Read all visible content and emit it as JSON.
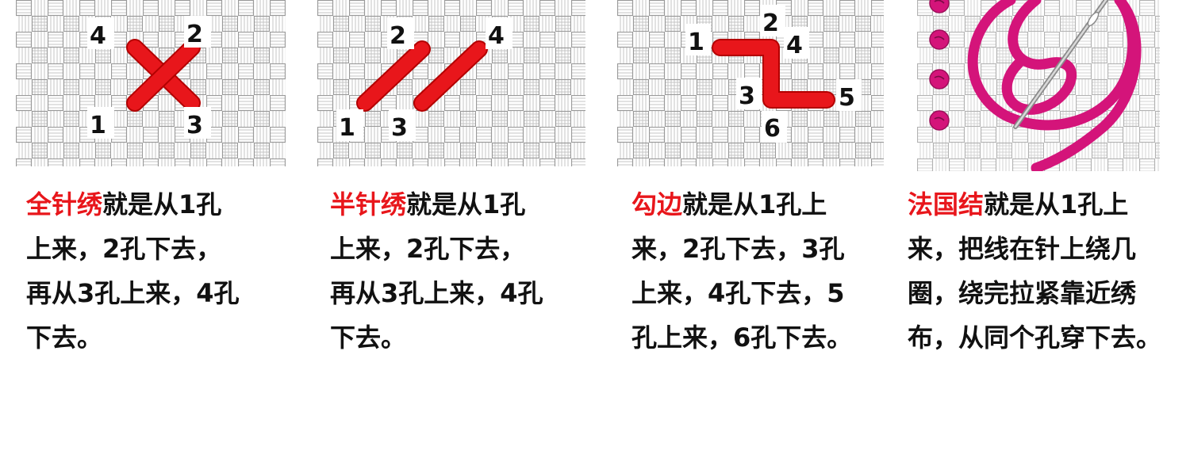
{
  "colors": {
    "stitch_red": "#e8161b",
    "french_knot_magenta": "#d4147a",
    "weave_line": "#b9b9b9",
    "text": "#111111"
  },
  "panels": [
    {
      "id": "full-cross-stitch",
      "term": "全针绣",
      "lines": [
        "就是从1孔",
        "上来，2孔下去，",
        "再从3孔上来，4孔",
        "下去。"
      ],
      "hole_labels": [
        "4",
        "2",
        "1",
        "3"
      ]
    },
    {
      "id": "half-stitch",
      "term": "半针绣",
      "lines": [
        "就是从1孔",
        "上来，2孔下去，",
        "再从3孔上来，4孔",
        "下去。"
      ],
      "hole_labels": [
        "2",
        "4",
        "1",
        "3"
      ]
    },
    {
      "id": "backstitch",
      "term": "勾边",
      "lines": [
        "就是从1孔上",
        "来，2孔下去，3孔",
        "上来，4孔下去，5",
        "孔上来，6孔下去。"
      ],
      "hole_labels": [
        "2",
        "1",
        "4",
        "3",
        "5",
        "6"
      ]
    },
    {
      "id": "french-knot",
      "term": "法国结",
      "lines": [
        "就是从1孔上",
        "来，把线在针上绕几",
        "圈，绕完拉紧靠近绣",
        "布，从同个孔穿下去。"
      ],
      "hole_labels": []
    }
  ]
}
